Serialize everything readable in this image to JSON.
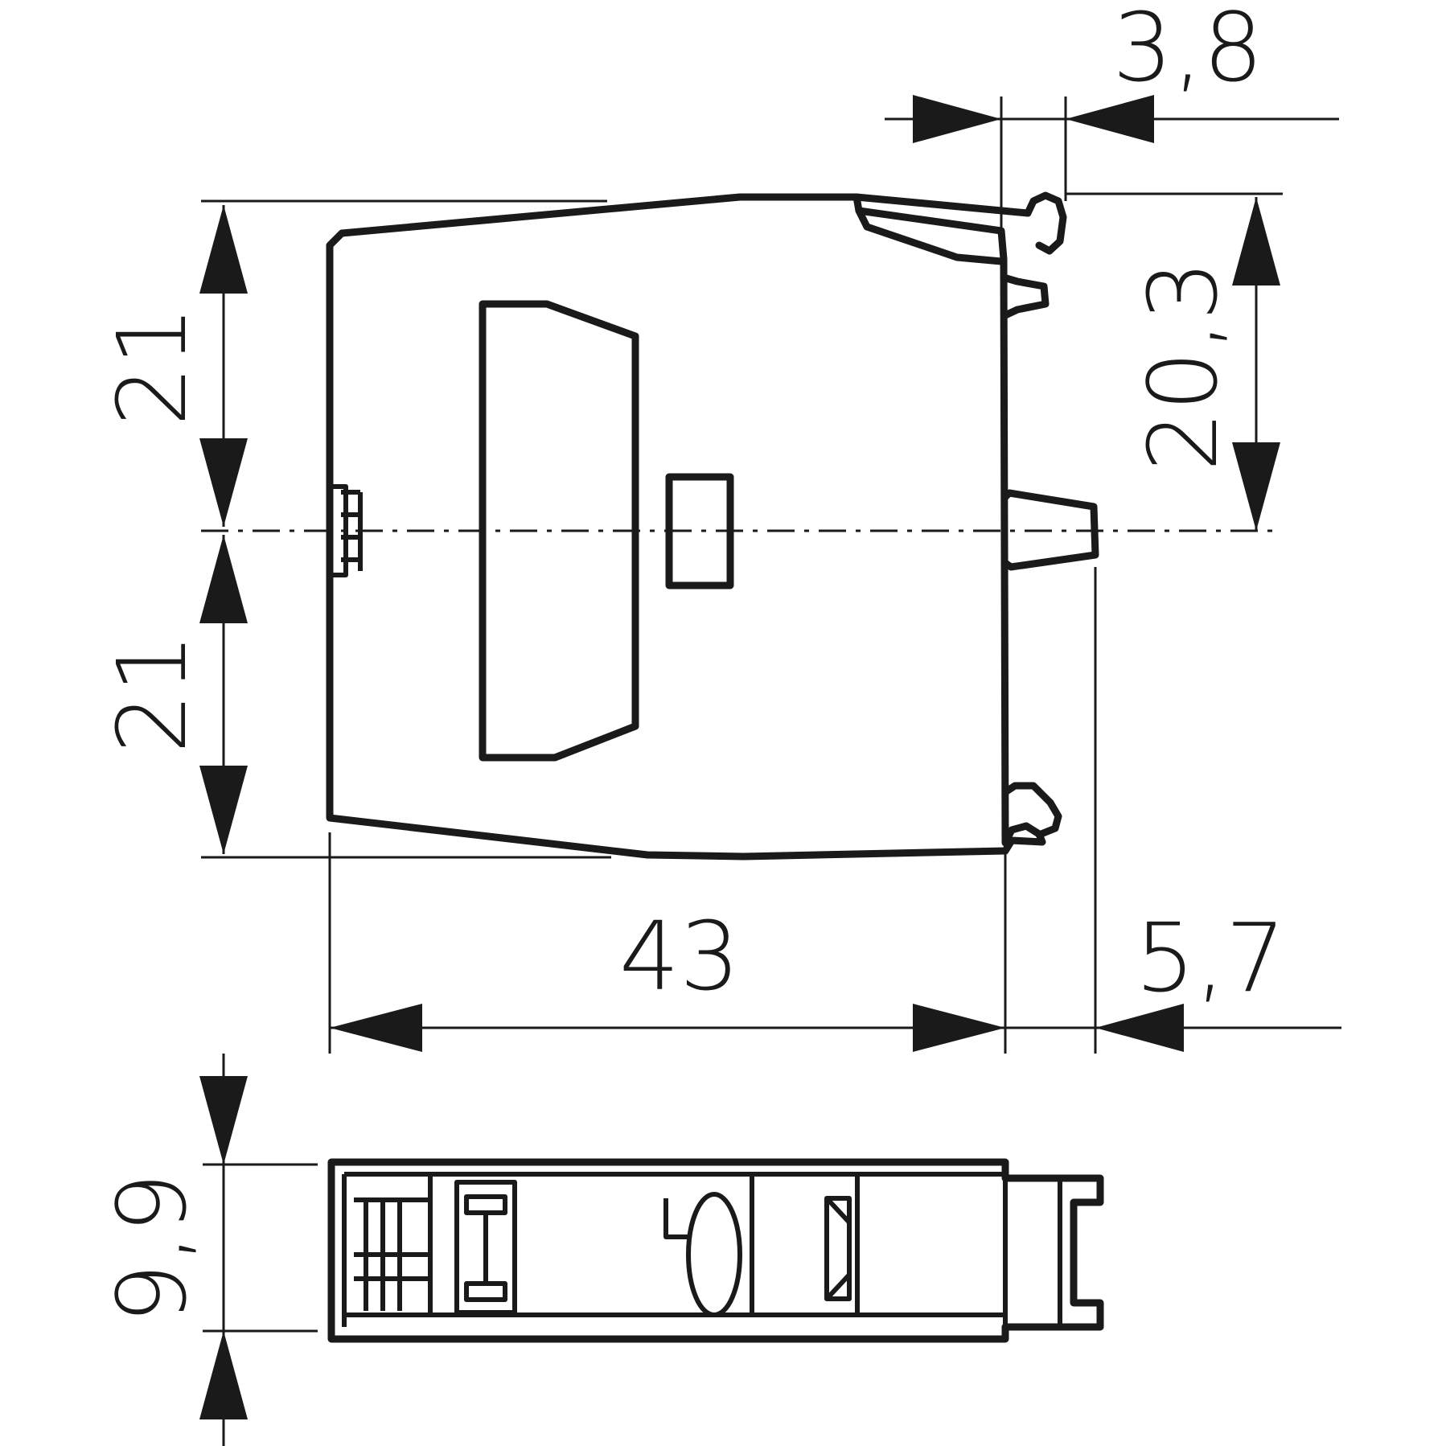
{
  "drawing": {
    "colors": {
      "line": "#1a1a1a",
      "background": "#ffffff"
    },
    "dimensions": {
      "top_offset": "3,8",
      "upper_height": "21",
      "lower_height": "21",
      "right_height": "20,3",
      "body_width": "43",
      "terminal_offset": "5,7",
      "bottom_view_height": "9,9"
    }
  }
}
